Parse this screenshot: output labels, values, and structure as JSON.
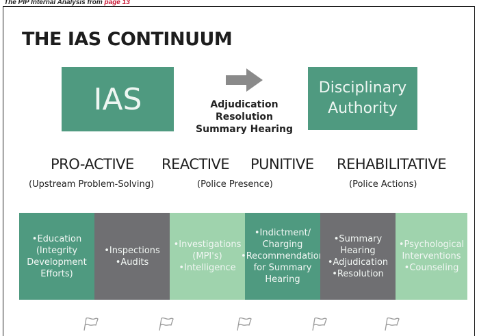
{
  "header": {
    "prefix": "The PIP Internal Analysis from",
    "page_ref": "page 13"
  },
  "title": "THE IAS CONTINUUM",
  "colors": {
    "teal": "#4f9a80",
    "gray": "#6f6f72",
    "light_green": "#9fd3ad",
    "arrow": "#8a8a8a"
  },
  "top_row": {
    "left_box": "IAS",
    "arrow_icon": "right-arrow-icon",
    "middle_lines": [
      "Adjudication",
      "Resolution",
      "Summary Hearing"
    ],
    "right_box_lines": [
      "Disciplinary",
      "Authority"
    ]
  },
  "categories": [
    "PRO-ACTIVE",
    "REACTIVE",
    "PUNITIVE",
    "REHABILITATIVE"
  ],
  "subtitles": [
    "(Upstream Problem-Solving)",
    "(Police Presence)",
    "(Police Actions)"
  ],
  "columns": [
    {
      "items": [
        "•Education",
        "(Integrity",
        "Development",
        "Efforts)"
      ]
    },
    {
      "items": [
        "•Inspections",
        "•Audits"
      ]
    },
    {
      "items": [
        "•Investigations",
        "(MPI's)",
        "•Intelligence"
      ]
    },
    {
      "items": [
        "•Indictment/",
        "Charging",
        "•Recommendation",
        "for Summary",
        "Hearing"
      ]
    },
    {
      "items": [
        "•Summary",
        "Hearing",
        "•Adjudication",
        "•Resolution"
      ]
    },
    {
      "items": [
        "•Psychological",
        "Interventions",
        "•Counseling"
      ]
    }
  ],
  "flag_icons": [
    "flag-icon",
    "flag-icon",
    "flag-icon",
    "flag-icon",
    "flag-icon"
  ]
}
